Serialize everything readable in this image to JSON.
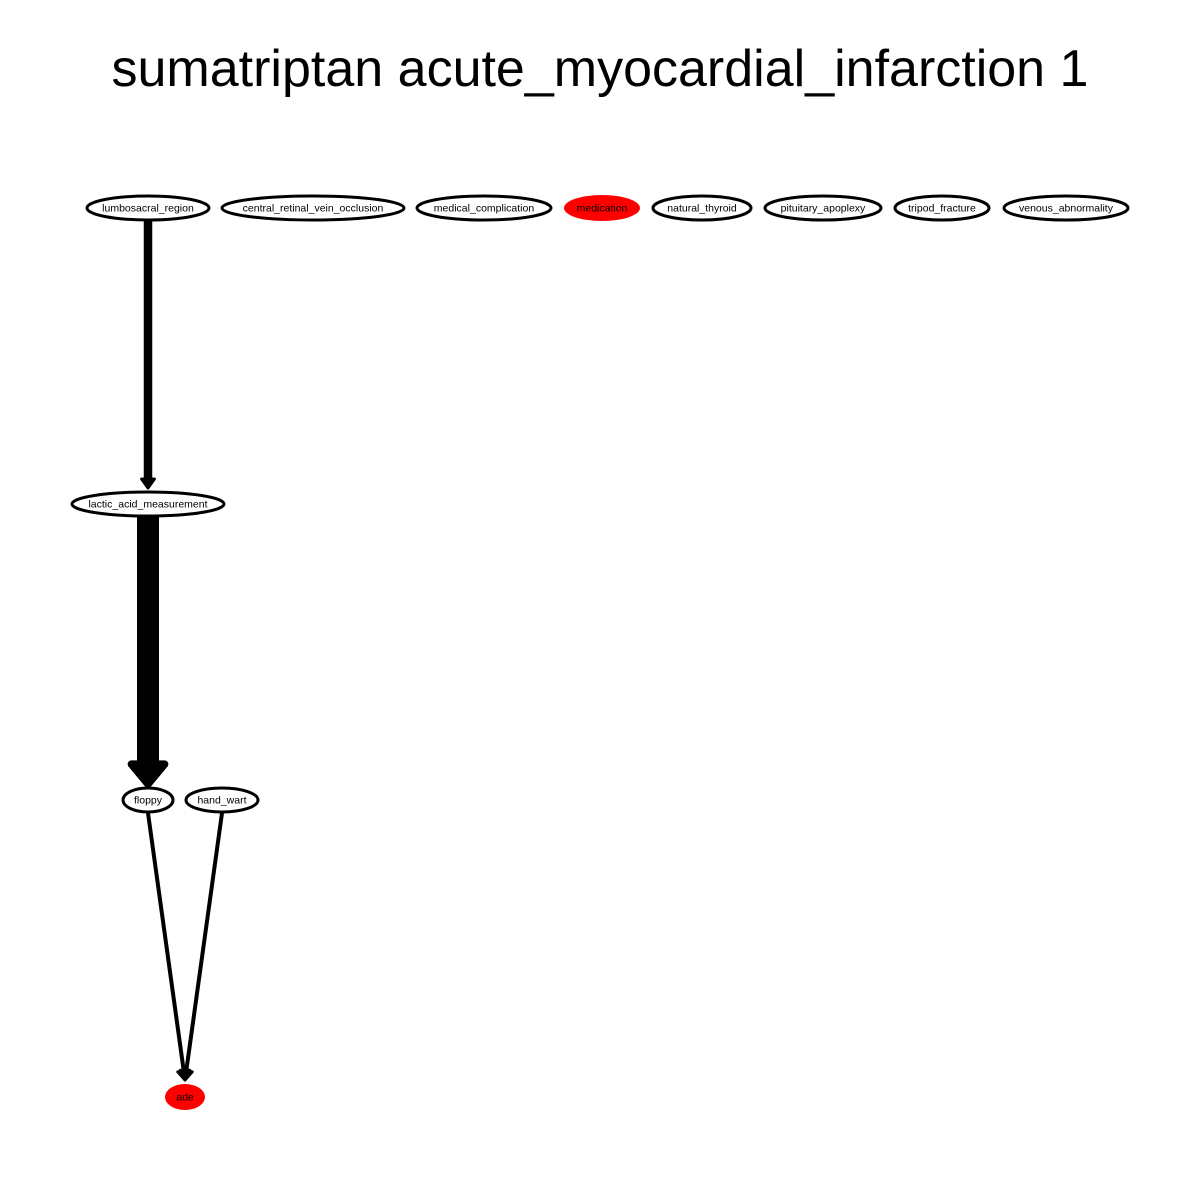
{
  "title": "sumatriptan acute_myocardial_infarction 1",
  "colors": {
    "node_default": "#ffffff",
    "node_highlight": "#ff0000",
    "edge": "#000000"
  },
  "nodes": [
    {
      "id": "lumbosacral_region",
      "label": "lumbosacral_region",
      "highlight": false
    },
    {
      "id": "central_retinal_vein_occlusion",
      "label": "central_retinal_vein_occlusion",
      "highlight": false
    },
    {
      "id": "medical_complication",
      "label": "medical_complication",
      "highlight": false
    },
    {
      "id": "medication",
      "label": "medication",
      "highlight": true
    },
    {
      "id": "natural_thyroid",
      "label": "natural_thyroid",
      "highlight": false
    },
    {
      "id": "pituitary_apoplexy",
      "label": "pituitary_apoplexy",
      "highlight": false
    },
    {
      "id": "tripod_fracture",
      "label": "tripod_fracture",
      "highlight": false
    },
    {
      "id": "venous_abnormality",
      "label": "venous_abnormality",
      "highlight": false
    },
    {
      "id": "lactic_acid_measurement",
      "label": "lactic_acid_measurement",
      "highlight": false
    },
    {
      "id": "floppy",
      "label": "floppy",
      "highlight": false
    },
    {
      "id": "hand_wart",
      "label": "hand_wart",
      "highlight": false
    },
    {
      "id": "ade",
      "label": "ade",
      "highlight": true
    }
  ],
  "edges": [
    {
      "from": "lumbosacral_region",
      "to": "lactic_acid_measurement",
      "weight": 2
    },
    {
      "from": "lactic_acid_measurement",
      "to": "floppy",
      "weight": 5
    },
    {
      "from": "floppy",
      "to": "ade",
      "weight": 1
    },
    {
      "from": "hand_wart",
      "to": "ade",
      "weight": 1
    }
  ]
}
